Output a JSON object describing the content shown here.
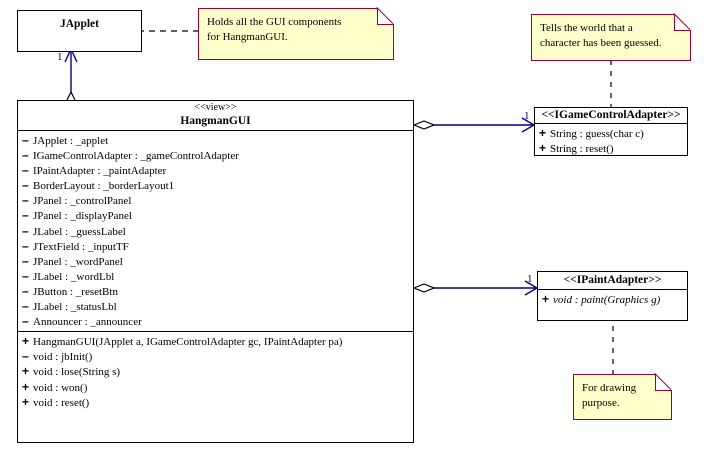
{
  "diagram": {
    "title": "HangmanGUI UML Class Diagram",
    "colors": {
      "note_fill": "#FFFFCC",
      "note_border": "#990033",
      "link": "#000080",
      "box_border": "#000000",
      "background": "#FFFFFF"
    }
  },
  "classes": {
    "japplet": {
      "name": "JApplet",
      "stereotype": "",
      "attributes": [],
      "operations": []
    },
    "hangmangui": {
      "stereotype": "<<view>>",
      "name": "HangmanGUI",
      "attributes": [
        {
          "vis": "–",
          "text": "JApplet : _applet"
        },
        {
          "vis": "–",
          "text": "IGameControlAdapter : _gameControlAdapter"
        },
        {
          "vis": "–",
          "text": "IPaintAdapter : _paintAdapter"
        },
        {
          "vis": "–",
          "text": "BorderLayout : _borderLayout1"
        },
        {
          "vis": "–",
          "text": "JPanel : _controlPanel"
        },
        {
          "vis": "–",
          "text": "JPanel : _displayPanel"
        },
        {
          "vis": "–",
          "text": "JLabel : _guessLabel"
        },
        {
          "vis": "–",
          "text": "JTextField : _inputTF"
        },
        {
          "vis": "–",
          "text": "JPanel : _wordPanel"
        },
        {
          "vis": "–",
          "text": "JLabel : _wordLbl"
        },
        {
          "vis": "–",
          "text": "JButton : _resetBtn"
        },
        {
          "vis": "–",
          "text": "JLabel : _statusLbl"
        },
        {
          "vis": "–",
          "text": "Announcer : _announcer"
        }
      ],
      "operations": [
        {
          "vis": "+",
          "text": "HangmanGUI(JApplet a, IGameControlAdapter gc, IPaintAdapter pa)"
        },
        {
          "vis": "–",
          "text": "void : jbInit()"
        },
        {
          "vis": "+",
          "text": "void : lose(String s)"
        },
        {
          "vis": "+",
          "text": "void : won()"
        },
        {
          "vis": "+",
          "text": "void : reset()"
        }
      ]
    },
    "igamecontroladapter": {
      "name": "<<IGameControlAdapter>>",
      "operations": [
        {
          "vis": "+",
          "text": "String : guess(char c)",
          "italic": false
        },
        {
          "vis": "+",
          "text": "String : reset()",
          "italic": false
        }
      ]
    },
    "ipaintadapter": {
      "name": "<<IPaintAdapter>>",
      "operations": [
        {
          "vis": "+",
          "text": "void : paint(Graphics g)",
          "italic": true
        }
      ]
    }
  },
  "notes": {
    "gui_components": {
      "lines": [
        "Holds all the GUI components",
        "for HangmanGUI."
      ]
    },
    "character_guessed": {
      "lines": [
        "Tells the world that a",
        "character has been guessed."
      ]
    },
    "drawing_purpose": {
      "lines": [
        "For drawing",
        "purpose."
      ]
    }
  },
  "links": {
    "japplet_multiplicity": "1",
    "igamecontrol_multiplicity": "1",
    "ipaint_multiplicity": "1"
  }
}
